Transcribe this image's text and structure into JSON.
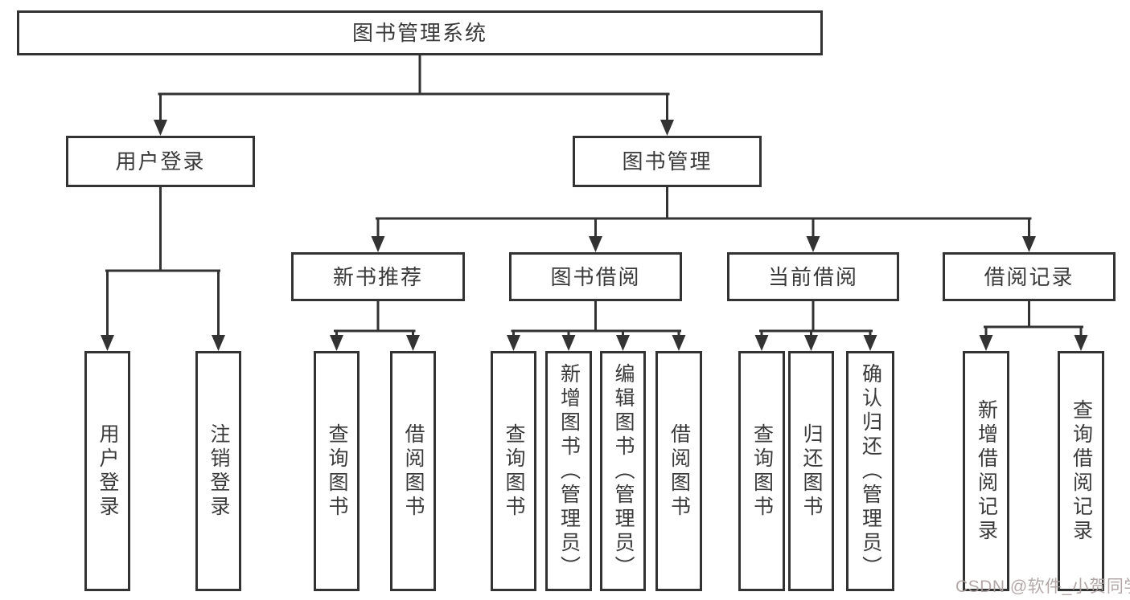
{
  "diagram": {
    "nodes": {
      "root": "图书管理系统",
      "user_login": "用户登录",
      "book_mgmt": "图书管理",
      "new_books": "新书推荐",
      "book_borrow": "图书借阅",
      "current_borrow": "当前借阅",
      "borrow_records": "借阅记录"
    },
    "leaves": {
      "user_login": [
        "用户登录",
        "注销登录"
      ],
      "new_books": [
        "查询图书",
        "借阅图书"
      ],
      "book_borrow": [
        "查询图书",
        "新增图书（管理员）",
        "编辑图书（管理员）",
        "借阅图书"
      ],
      "current_borrow": [
        "查询图书",
        "归还图书",
        "确认归还（管理员）"
      ],
      "borrow_records": [
        "新增借阅记录",
        "查询借阅记录"
      ]
    },
    "watermark": "CSDN @软件_小贺同学",
    "line_color": "#333333"
  }
}
